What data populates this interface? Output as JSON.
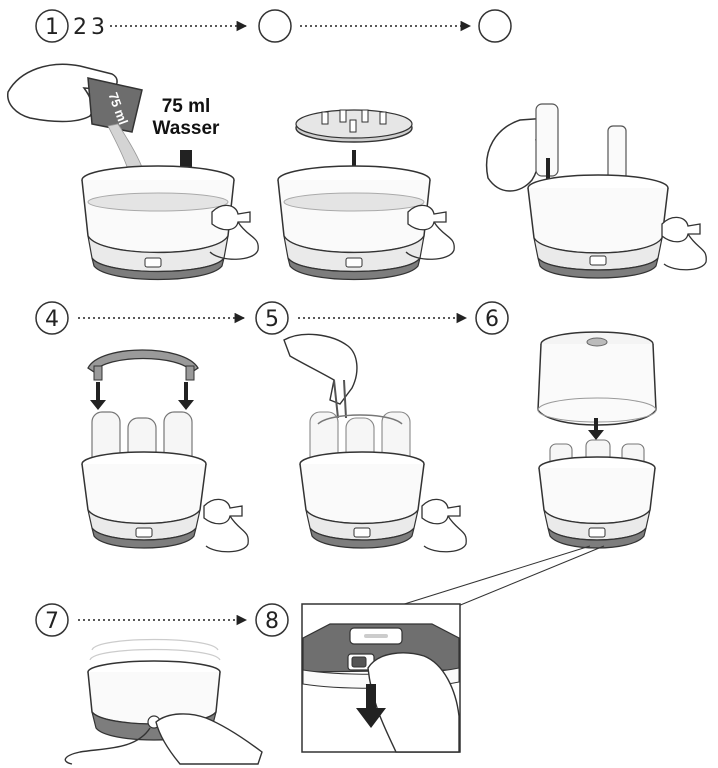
{
  "steps": [
    {
      "label": "1"
    },
    {
      "label": "2"
    },
    {
      "label": "3"
    },
    {
      "label": "4"
    },
    {
      "label": "5"
    },
    {
      "label": "6"
    },
    {
      "label": "7"
    },
    {
      "label": "8"
    }
  ],
  "cup_marking": "75 ml",
  "water_label": {
    "line1": "75 ml",
    "line2": "Wasser"
  },
  "colors": {
    "outline": "#333333",
    "base_band": "#7d7d7d",
    "light_fill": "#f2f2f2",
    "mid_fill": "#d8d8d8",
    "dark_fill": "#555555"
  },
  "icons": [
    "hand-icon",
    "measuring-cup-icon",
    "power-plug-icon",
    "bottle-icon",
    "rack-icon",
    "tongs-icon",
    "lid-icon",
    "power-button-icon",
    "down-arrow-icon"
  ]
}
